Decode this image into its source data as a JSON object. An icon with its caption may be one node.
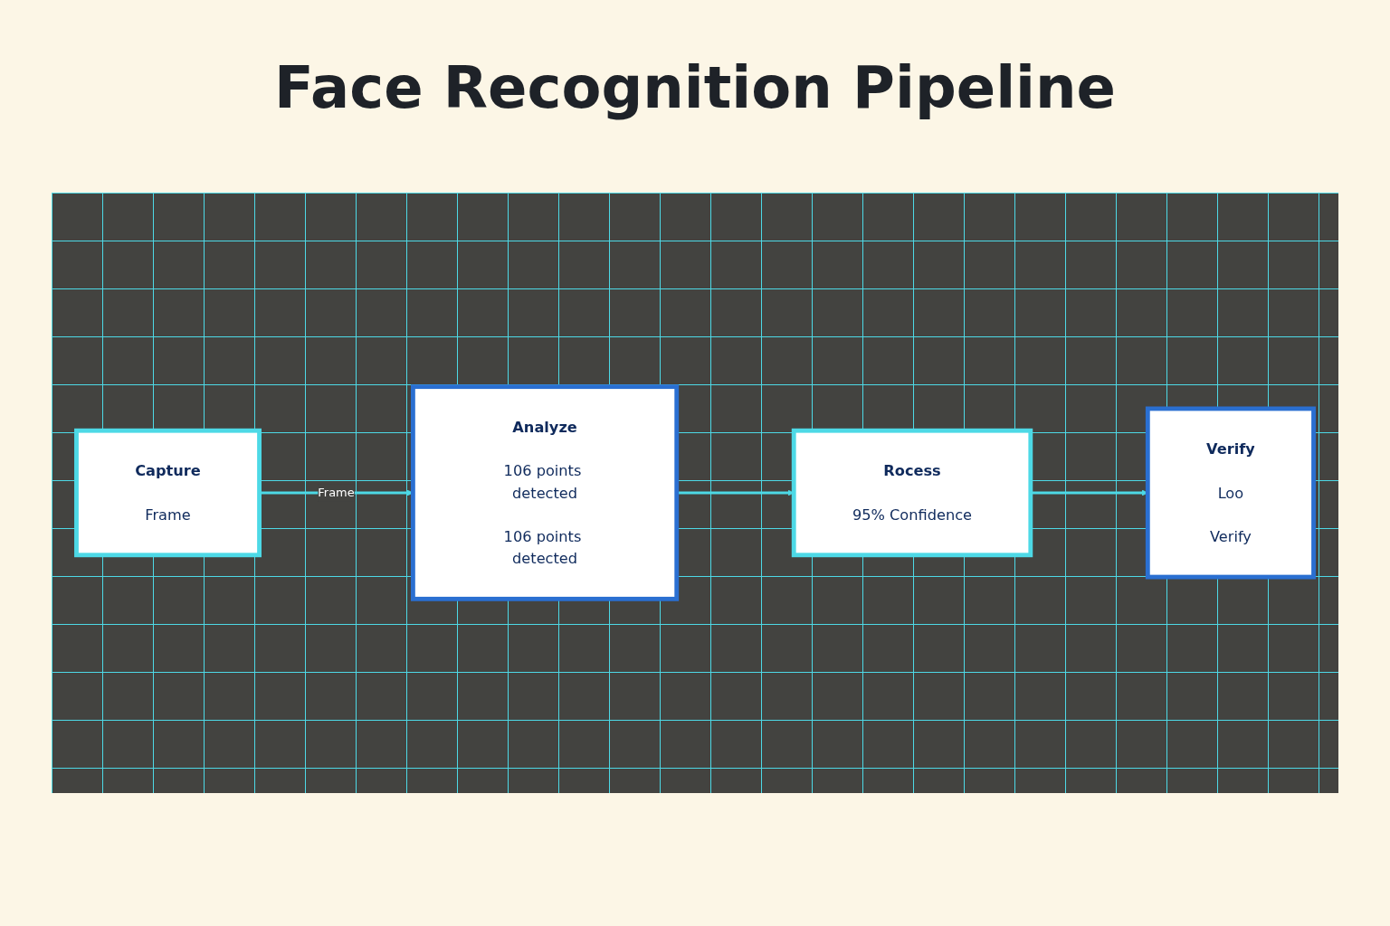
{
  "diagram": {
    "title": "Face Recognition Pipeline",
    "nodes": [
      {
        "text": [
          "Capture",
          "Frame"
        ]
      },
      {
        "text": [
          "Analyze",
          "106 points detected",
          "106 points detected"
        ]
      },
      {
        "text": [
          "Rocess",
          "95% Confidence"
        ]
      },
      {
        "text": [
          "Verify",
          "Loo",
          "Verify"
        ]
      }
    ],
    "edges": [
      {
        "from": 0,
        "to": 1,
        "arrow": "to",
        "label": "Frame"
      },
      {
        "from": 1,
        "to": 2,
        "arrow": "to"
      },
      {
        "from": 2,
        "to": 3,
        "arrow": "to"
      }
    ]
  }
}
